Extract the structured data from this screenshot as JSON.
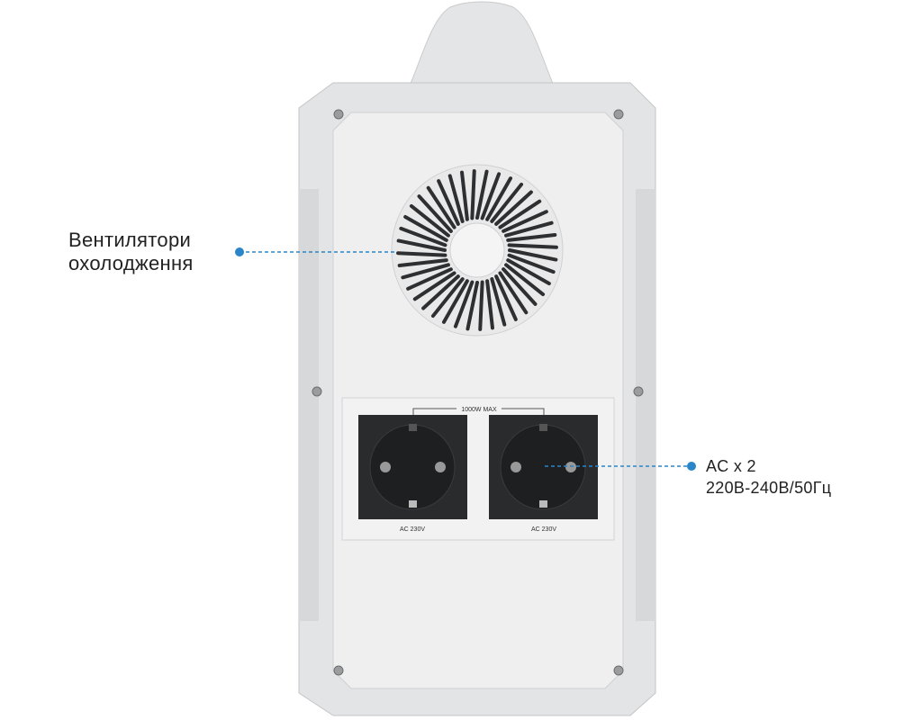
{
  "callouts": {
    "fans": {
      "line1": "Вентилятори",
      "line2": "охолодження"
    },
    "ac": {
      "line1": "AC x 2",
      "line2": "220В-240В/50Гц"
    }
  },
  "panel": {
    "max_label": "1000W MAX",
    "sockets": [
      {
        "label": "AC 230V"
      },
      {
        "label": "AC 230V"
      }
    ]
  },
  "colors": {
    "accent": "#2a86c8",
    "body": "#e6e7e8",
    "panel": "#ededee",
    "socket": "#2a2b2d"
  }
}
